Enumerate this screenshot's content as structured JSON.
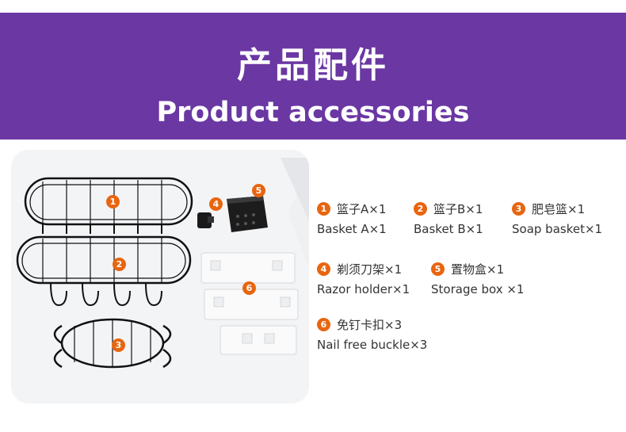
{
  "header": {
    "title_cn": "产品配件",
    "title_en": "Product accessories",
    "background": "#6a37a3"
  },
  "photo": {
    "badges": [
      "1",
      "2",
      "3",
      "4",
      "5",
      "6"
    ],
    "badge_color": "#e8650f"
  },
  "items": [
    {
      "num": "1",
      "cn": "篮子A×1",
      "en": "Basket A×1"
    },
    {
      "num": "2",
      "cn": "篮子B×1",
      "en": "Basket B×1"
    },
    {
      "num": "3",
      "cn": "肥皂篮×1",
      "en": "Soap basket×1"
    },
    {
      "num": "4",
      "cn": "剃须刀架×1",
      "en": "Razor holder×1"
    },
    {
      "num": "5",
      "cn": "置物盒×1",
      "en": "Storage box ×1"
    },
    {
      "num": "6",
      "cn": "免钉卡扣×3",
      "en": "Nail free buckle×3"
    }
  ]
}
